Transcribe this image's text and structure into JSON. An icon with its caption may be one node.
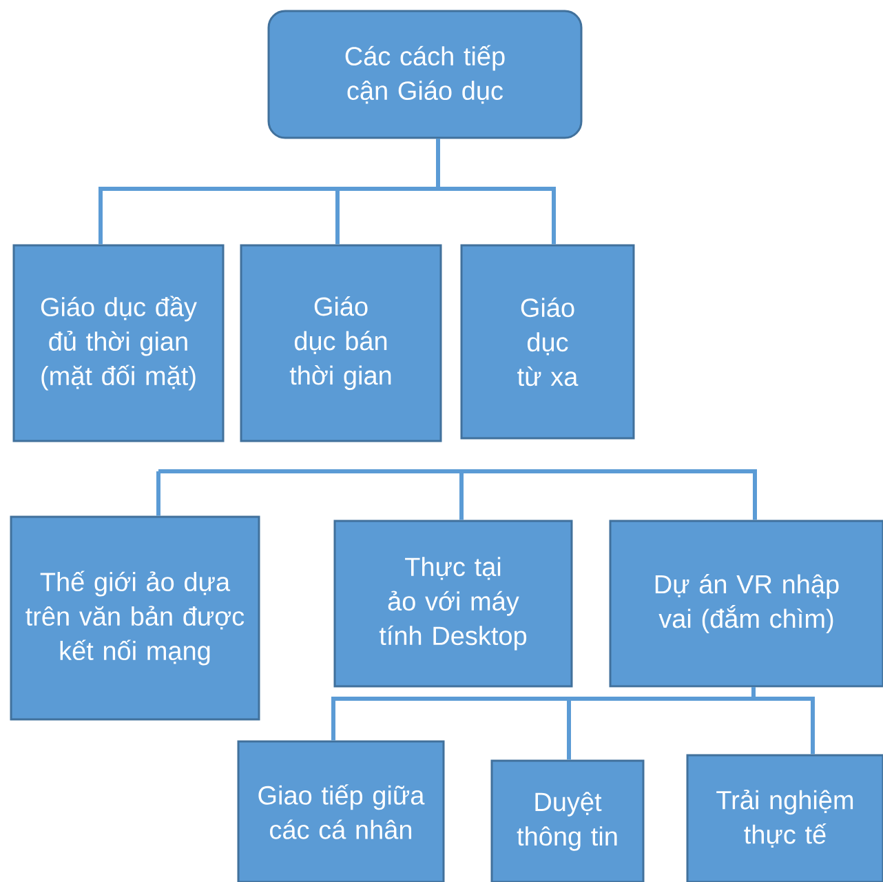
{
  "diagram": {
    "nodes": [
      {
        "text": [
          "Các cách tiếp cận Giáo dục"
        ]
      },
      {
        "text": [
          "Giáo dục đầy đủ thời gian (mặt đối mặt)"
        ]
      },
      {
        "text": [
          "Giáo dục bán thời gian"
        ]
      },
      {
        "text": [
          "Giáo dục từ xa"
        ]
      },
      {
        "text": [
          "Thế giới ảo dựa trên văn bản được kết nối mạng"
        ]
      },
      {
        "text": [
          "Thực tại ảo với máy tính Desktop"
        ]
      },
      {
        "text": [
          "Dự án VR nhập vai (đắm chìm)"
        ]
      },
      {
        "text": [
          "Giao tiếp giữa các cá nhân"
        ]
      },
      {
        "text": [
          "Duyệt thông tin"
        ]
      },
      {
        "text": [
          "Trải nghiệm thực tế"
        ]
      }
    ],
    "edges": [
      {
        "from": 0,
        "to": 1,
        "arrow": "none"
      },
      {
        "from": 0,
        "to": 2,
        "arrow": "none"
      },
      {
        "from": 0,
        "to": 3,
        "arrow": "none"
      },
      {
        "from": null,
        "to": 4,
        "arrow": "none"
      },
      {
        "from": null,
        "to": 5,
        "arrow": "none"
      },
      {
        "from": null,
        "to": 6,
        "arrow": "none"
      },
      {
        "from": 6,
        "to": 7,
        "arrow": "none"
      },
      {
        "from": 6,
        "to": 8,
        "arrow": "none"
      },
      {
        "from": 6,
        "to": 9,
        "arrow": "none"
      }
    ]
  }
}
